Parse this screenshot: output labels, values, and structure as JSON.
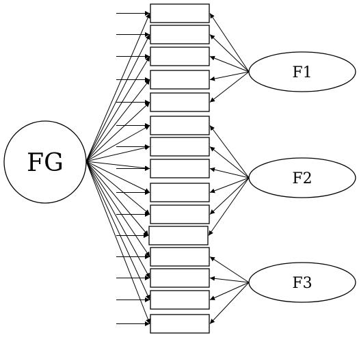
{
  "diagram": {
    "general_factor": {
      "label": "FG"
    },
    "specific_factors": [
      {
        "label": "F1",
        "indicator_count": 5
      },
      {
        "label": "F2",
        "indicator_count": 6
      },
      {
        "label": "F3",
        "indicator_count": 4
      }
    ],
    "indicator_count": 15,
    "colors": {
      "stroke": "#000000",
      "fill": "#ffffff"
    }
  }
}
